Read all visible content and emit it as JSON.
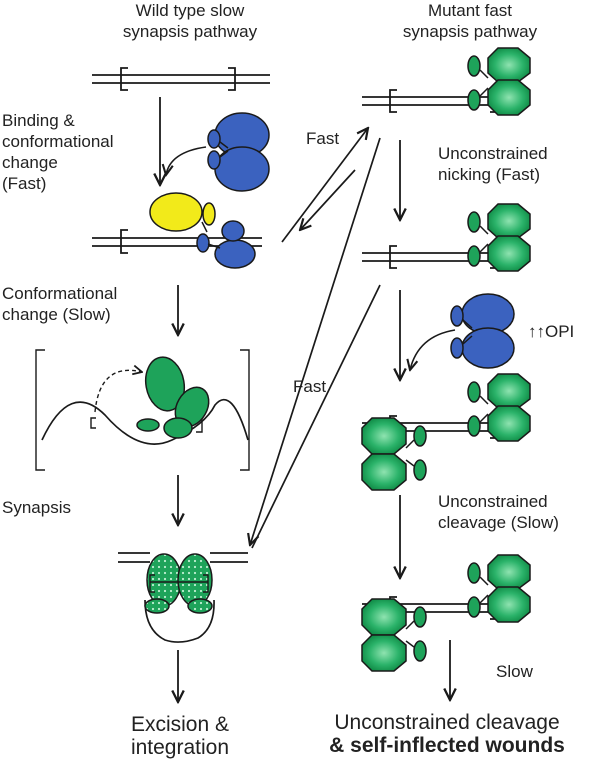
{
  "colors": {
    "green_protein": "#1ea35a",
    "green_light": "#3fc37a",
    "blue_protein": "#3b62bf",
    "yellow_protein": "#f2ea1a",
    "line": "#1a1a1a"
  },
  "headers": {
    "wild_type": [
      "Wild type slow",
      "synapsis pathway"
    ],
    "mutant": [
      "Mutant fast",
      "synapsis pathway"
    ]
  },
  "left_steps": {
    "binding": [
      "Binding &",
      "conformational",
      "change",
      "(Fast)"
    ],
    "conformational_slow": [
      "Conformational",
      "change (Slow)"
    ],
    "synapsis": "Synapsis",
    "excision": [
      "Excision &",
      "integration"
    ]
  },
  "right_steps": {
    "nicking": [
      "Unconstrained",
      "nicking (Fast)"
    ],
    "opi": "↑↑OPI",
    "cleavage": [
      "Unconstrained",
      "cleavage (Slow)"
    ],
    "slow": "Slow",
    "final": [
      "Unconstrained cleavage",
      "& self-inflected wounds"
    ]
  },
  "transitions": {
    "fast_top": "Fast",
    "fast_middle": "Fast"
  }
}
